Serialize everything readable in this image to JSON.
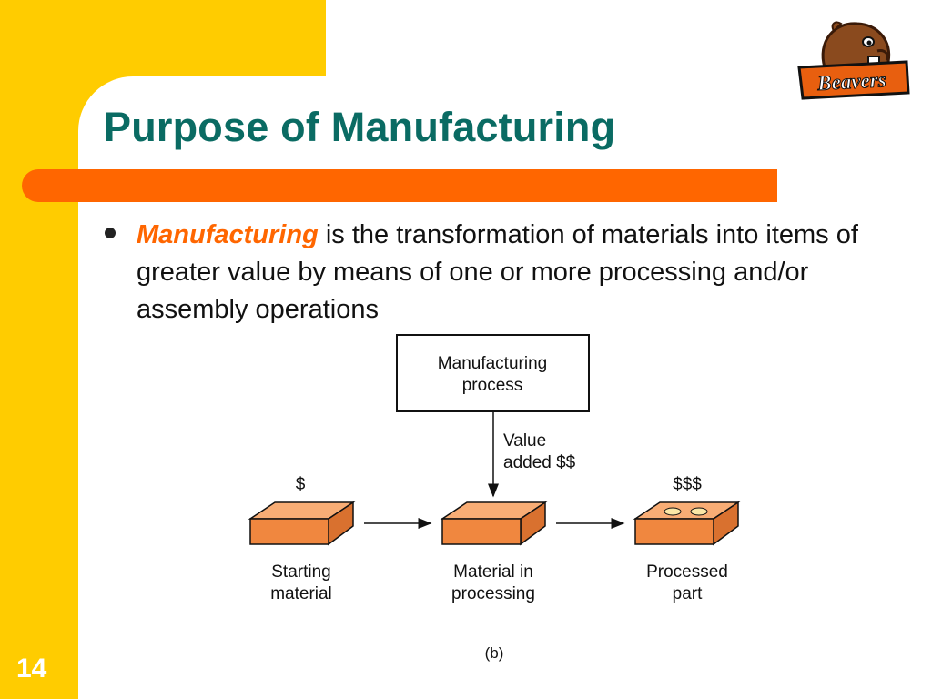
{
  "slide": {
    "title": "Purpose of Manufacturing",
    "bullet_term": "Manufacturing",
    "bullet_rest": " is the transformation of materials into items of greater value by means of one or more processing and/or assembly operations",
    "slide_number": "14"
  },
  "logo": {
    "text": "Beavers"
  },
  "diagram": {
    "process_box": {
      "line1": "Manufacturing",
      "line2": "process"
    },
    "value_label": {
      "line1": "Value",
      "line2": "added $$"
    },
    "items": [
      {
        "price": "$",
        "label_line1": "Starting",
        "label_line2": "material"
      },
      {
        "price": "",
        "label_line1": "Material in",
        "label_line2": "processing"
      },
      {
        "price": "$$$",
        "label_line1": "Processed",
        "label_line2": "part"
      }
    ],
    "caption": "(b)"
  },
  "colors": {
    "title": "#0a6b63",
    "accent": "#ff6600",
    "background": "#ffcc00",
    "block": "#f4924a"
  }
}
